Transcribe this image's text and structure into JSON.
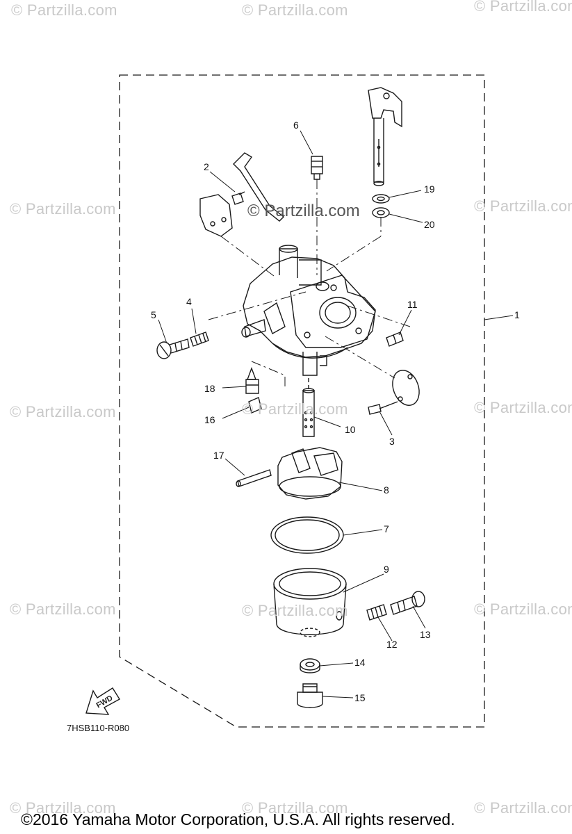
{
  "watermark": "© Partzilla.com",
  "center_watermark": "© Partzilla.com",
  "drawing_code": "7HSB110-R080",
  "fwd_label": "FWD",
  "copyright": "©2016 Yamaha Motor Corporation, U.S.A. All rights reserved.",
  "callouts": [
    "1",
    "2",
    "3",
    "4",
    "5",
    "6",
    "7",
    "8",
    "9",
    "10",
    "11",
    "12",
    "13",
    "14",
    "15",
    "16",
    "17",
    "18",
    "19",
    "20"
  ]
}
